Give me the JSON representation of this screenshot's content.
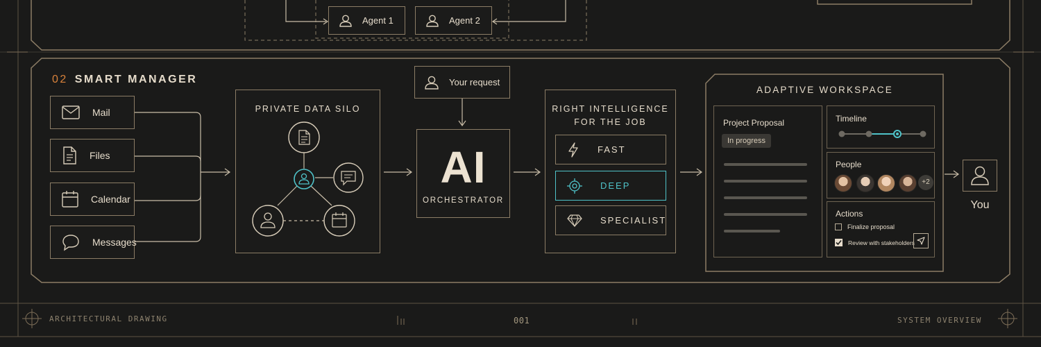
{
  "top_section": {
    "agents": [
      {
        "label": "Agent 1",
        "icon": "user-icon"
      },
      {
        "label": "Agent 2",
        "icon": "user-icon"
      }
    ]
  },
  "section": {
    "number": "02",
    "title": "SMART MANAGER"
  },
  "sources": [
    {
      "label": "Mail",
      "icon": "mail-icon"
    },
    {
      "label": "Files",
      "icon": "file-icon"
    },
    {
      "label": "Calendar",
      "icon": "calendar-icon"
    },
    {
      "label": "Messages",
      "icon": "chat-icon"
    }
  ],
  "silo": {
    "title": "PRIVATE DATA SILO",
    "nodes": [
      "file-icon",
      "user-icon",
      "chat-icon",
      "user-icon",
      "calendar-icon"
    ]
  },
  "request": {
    "label": "Your request",
    "icon": "user-icon"
  },
  "orchestrator": {
    "big": "AI",
    "label": "ORCHESTRATOR"
  },
  "intelligence": {
    "title_line1": "RIGHT INTELLIGENCE",
    "title_line2": "FOR THE JOB",
    "modes": [
      {
        "label": "FAST",
        "icon": "lightning-icon",
        "active": false
      },
      {
        "label": "DEEP",
        "icon": "target-icon",
        "active": true
      },
      {
        "label": "SPECIALIST",
        "icon": "diamond-icon",
        "active": false
      }
    ]
  },
  "workspace": {
    "title": "ADAPTIVE WORKSPACE",
    "proposal": {
      "title": "Project Proposal",
      "status": "In progress"
    },
    "timeline": {
      "title": "Timeline",
      "active_step": 3,
      "steps": 4
    },
    "people": {
      "title": "People",
      "extra": "+2"
    },
    "actions": {
      "title": "Actions",
      "items": [
        {
          "label": "Finalize proposal",
          "checked": false
        },
        {
          "label": "Review with stakeholders",
          "checked": true
        }
      ]
    }
  },
  "user": {
    "label": "You",
    "icon": "user-icon"
  },
  "footer": {
    "left": "ARCHITECTURAL DRAWING",
    "center": "001",
    "right": "SYSTEM OVERVIEW"
  },
  "colors": {
    "background": "#1a1a19",
    "line": "#8c7d66",
    "text": "#e6dccb",
    "accent_teal": "#4fc3c9",
    "accent_orange": "#d9823b"
  }
}
